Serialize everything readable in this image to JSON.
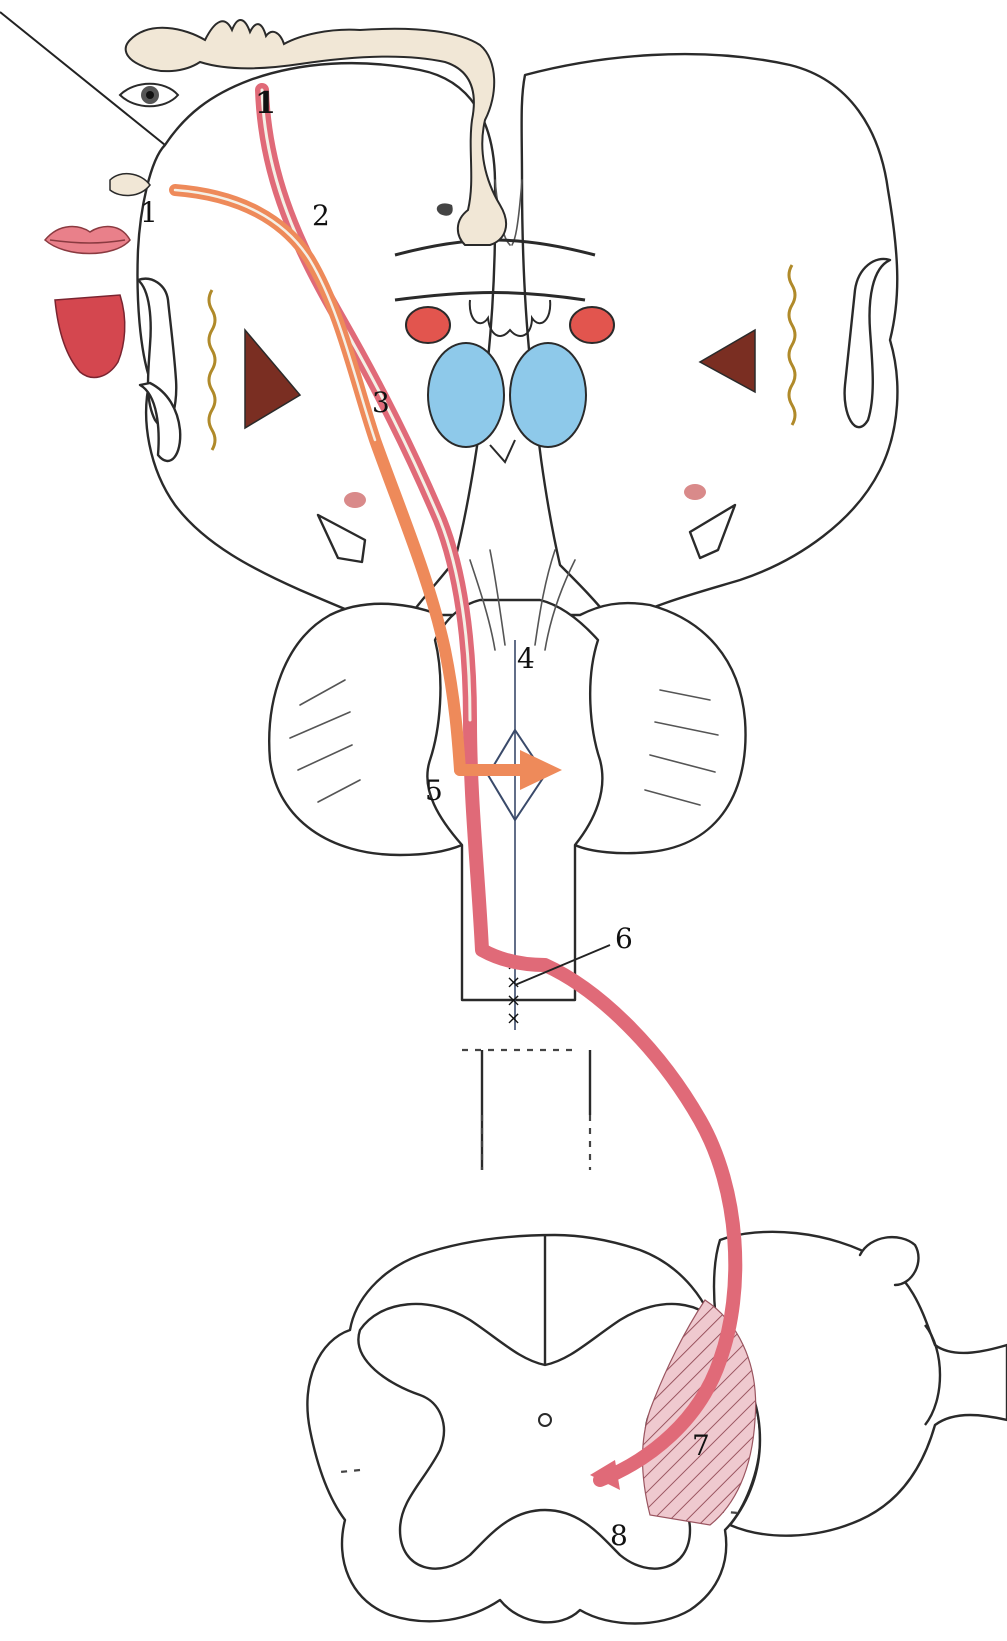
{
  "diagram": {
    "labels": [
      {
        "key": "1a",
        "text": "1"
      },
      {
        "key": "1b",
        "text": "1"
      },
      {
        "key": "2",
        "text": "2"
      },
      {
        "key": "3",
        "text": "3"
      },
      {
        "key": "4",
        "text": "4"
      },
      {
        "key": "5",
        "text": "5"
      },
      {
        "key": "6",
        "text": "6"
      },
      {
        "key": "7",
        "text": "7"
      },
      {
        "key": "8",
        "text": "8"
      }
    ],
    "colors": {
      "tract_corticospinal": "#e06a78",
      "tract_corticobulbar": "#ee8a5a",
      "tract_highlight": "#f4f0e6",
      "thalamus_nuclei": "#8ec9ea",
      "red_nuclei": "#e2554e",
      "putamen_triangle": "#7a2e22",
      "claustrum_wave": "#b08a2a",
      "homunculus_skin": "#f1e7d6",
      "lips": "#e9808a",
      "tongue": "#d4474f",
      "hatched_area": "#efc9cf"
    },
    "icons": [
      "homunculus-figure",
      "eye-icon",
      "lips-icon",
      "tongue-icon",
      "arrow-right-icon"
    ]
  }
}
